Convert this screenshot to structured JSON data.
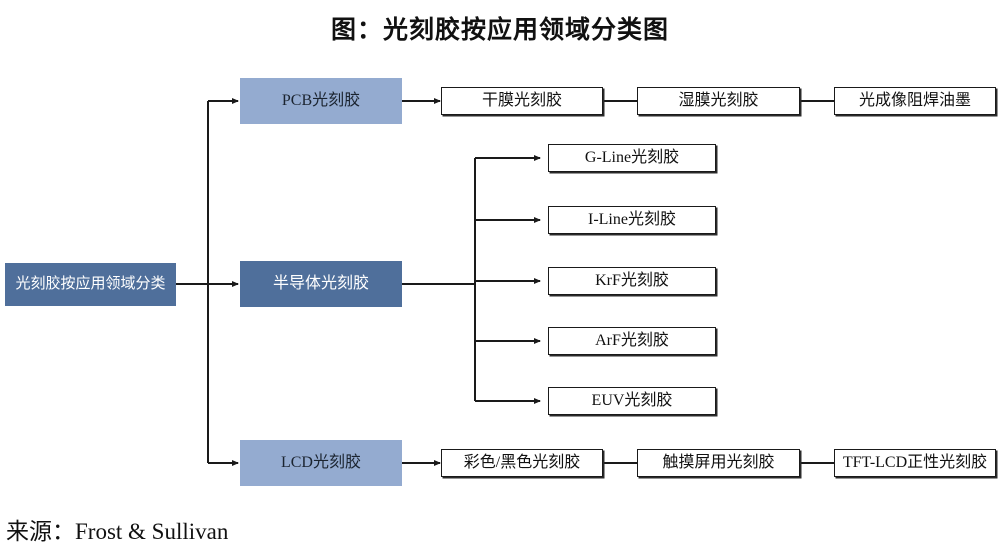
{
  "page": {
    "title": "图：光刻胶按应用领域分类图",
    "source": "来源：Frost & Sullivan"
  },
  "colors": {
    "root_fill": "#4f6f9b",
    "branch_dark_fill": "#4f6f9b",
    "branch_light_fill": "#94abd0",
    "leaf_fill": "#ffffff",
    "line": "#1a1a1a",
    "text_on_dark": "#ffffff",
    "text_on_light": "#1b2430"
  },
  "diagram": {
    "type": "tree",
    "root": {
      "label": "光刻胶按应用领域分类"
    },
    "branches": [
      {
        "label": "PCB光刻胶",
        "style": "light",
        "children": [
          {
            "label": "干膜光刻胶"
          },
          {
            "label": "湿膜光刻胶"
          },
          {
            "label": "光成像阻焊油墨"
          }
        ]
      },
      {
        "label": "半导体光刻胶",
        "style": "dark",
        "children": [
          {
            "label": "G-Line光刻胶"
          },
          {
            "label": "I-Line光刻胶"
          },
          {
            "label": "KrF光刻胶"
          },
          {
            "label": "ArF光刻胶"
          },
          {
            "label": "EUV光刻胶"
          }
        ]
      },
      {
        "label": "LCD光刻胶",
        "style": "light",
        "children": [
          {
            "label": "彩色/黑色光刻胶"
          },
          {
            "label": "触摸屏用光刻胶"
          },
          {
            "label": "TFT-LCD正性光刻胶"
          }
        ]
      }
    ]
  }
}
